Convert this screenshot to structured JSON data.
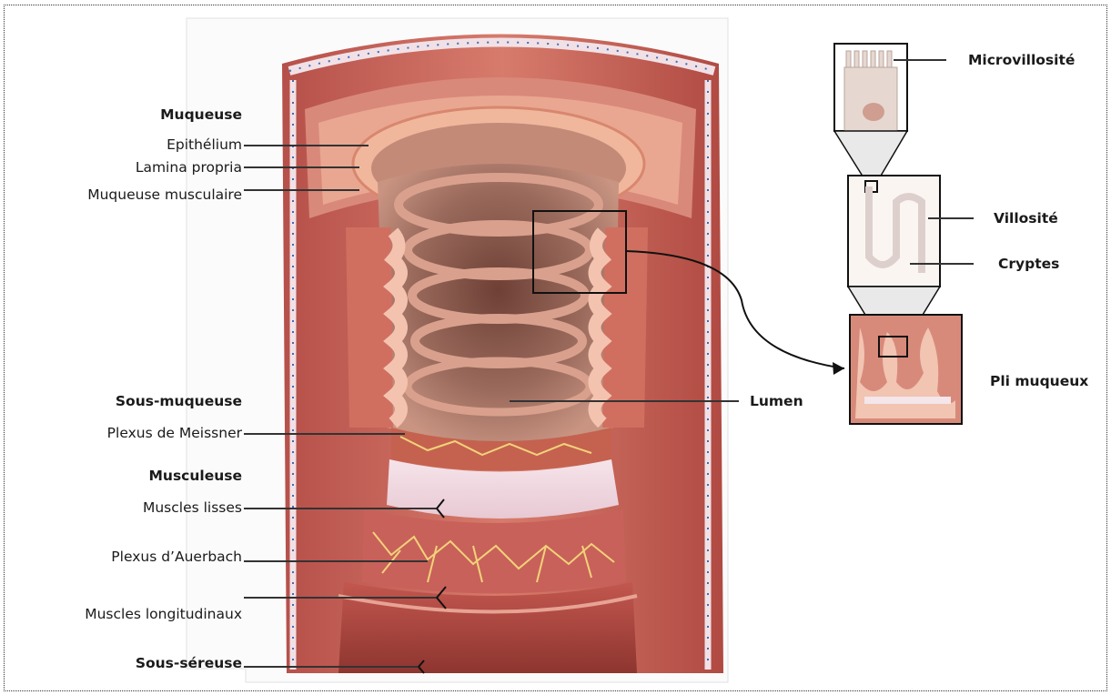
{
  "left_labels": {
    "muqueuse_header": "Muqueuse",
    "epithelium": "Epithélium",
    "lamina_propria": "Lamina propria",
    "muqueuse_musculaire": "Muqueuse musculaire",
    "sous_muqueuse_header": "Sous-muqueuse",
    "plexus_meissner": "Plexus de Meissner",
    "musculeuse_header": "Musculeuse",
    "muscles_lisses": "Muscles lisses",
    "plexus_auerbach": "Plexus d’Auerbach",
    "muscles_longitudinaux": "Muscles longitudinaux",
    "sous_sereuse_header": "Sous-séreuse"
  },
  "right_labels": {
    "lumen": "Lumen",
    "microvillosite": "Microvillosité",
    "villosite": "Villosité",
    "cryptes": "Cryptes",
    "pli_muqueux": "Pli muqueux"
  },
  "colors": {
    "muscle": "#c9675a",
    "muscle_dark": "#a8443a",
    "mucosa": "#e9a98e",
    "lumen": "#8a5a4e",
    "submucosa": "#f1d9e2",
    "nerve": "#f3d27a",
    "serosa": "#f4e6ea"
  }
}
